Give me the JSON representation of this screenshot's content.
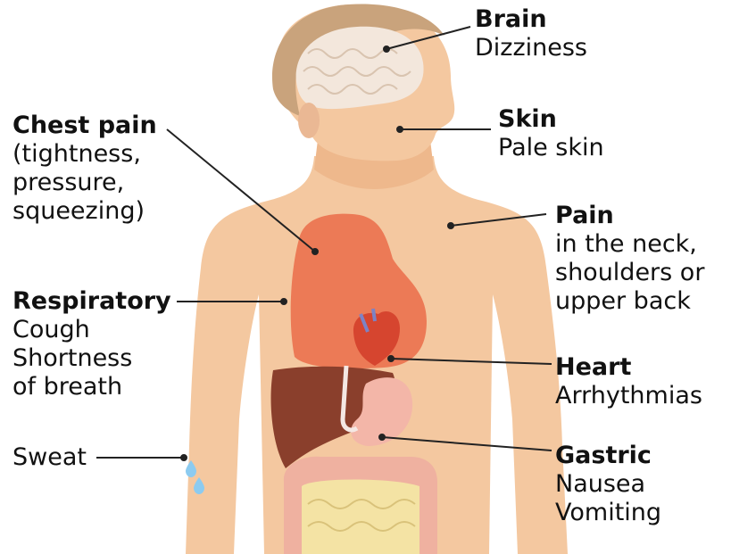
{
  "colors": {
    "skin": "#f4c8a0",
    "skin_shade": "#eeb88c",
    "hair": "#c9a37c",
    "brain": "#f3e7dc",
    "lungs": "#ec7a56",
    "heart": "#d6452f",
    "liver": "#8a3f2c",
    "stomach": "#f3b6a8",
    "intestine_large": "#efb1a0",
    "intestine_small": "#f4e3a4",
    "sweat": "#8ccbf0",
    "leader": "#222222"
  },
  "labels": {
    "brain": {
      "title": "Brain",
      "desc": "Dizziness"
    },
    "skin": {
      "title": "Skin",
      "desc": "Pale skin"
    },
    "chest": {
      "title": "Chest pain",
      "lines": [
        "(tightness,",
        "pressure,",
        "squeezing)"
      ]
    },
    "pain": {
      "title": "Pain",
      "lines": [
        "in the neck,",
        "shoulders or",
        "upper back"
      ]
    },
    "respiratory": {
      "title": "Respiratory",
      "lines": [
        "Cough",
        "Shortness",
        "of breath"
      ]
    },
    "heart": {
      "title": "Heart",
      "desc": "Arrhythmias"
    },
    "sweat": {
      "desc": "Sweat"
    },
    "gastric": {
      "title": "Gastric",
      "lines": [
        "Nausea",
        "Vomiting"
      ]
    }
  }
}
